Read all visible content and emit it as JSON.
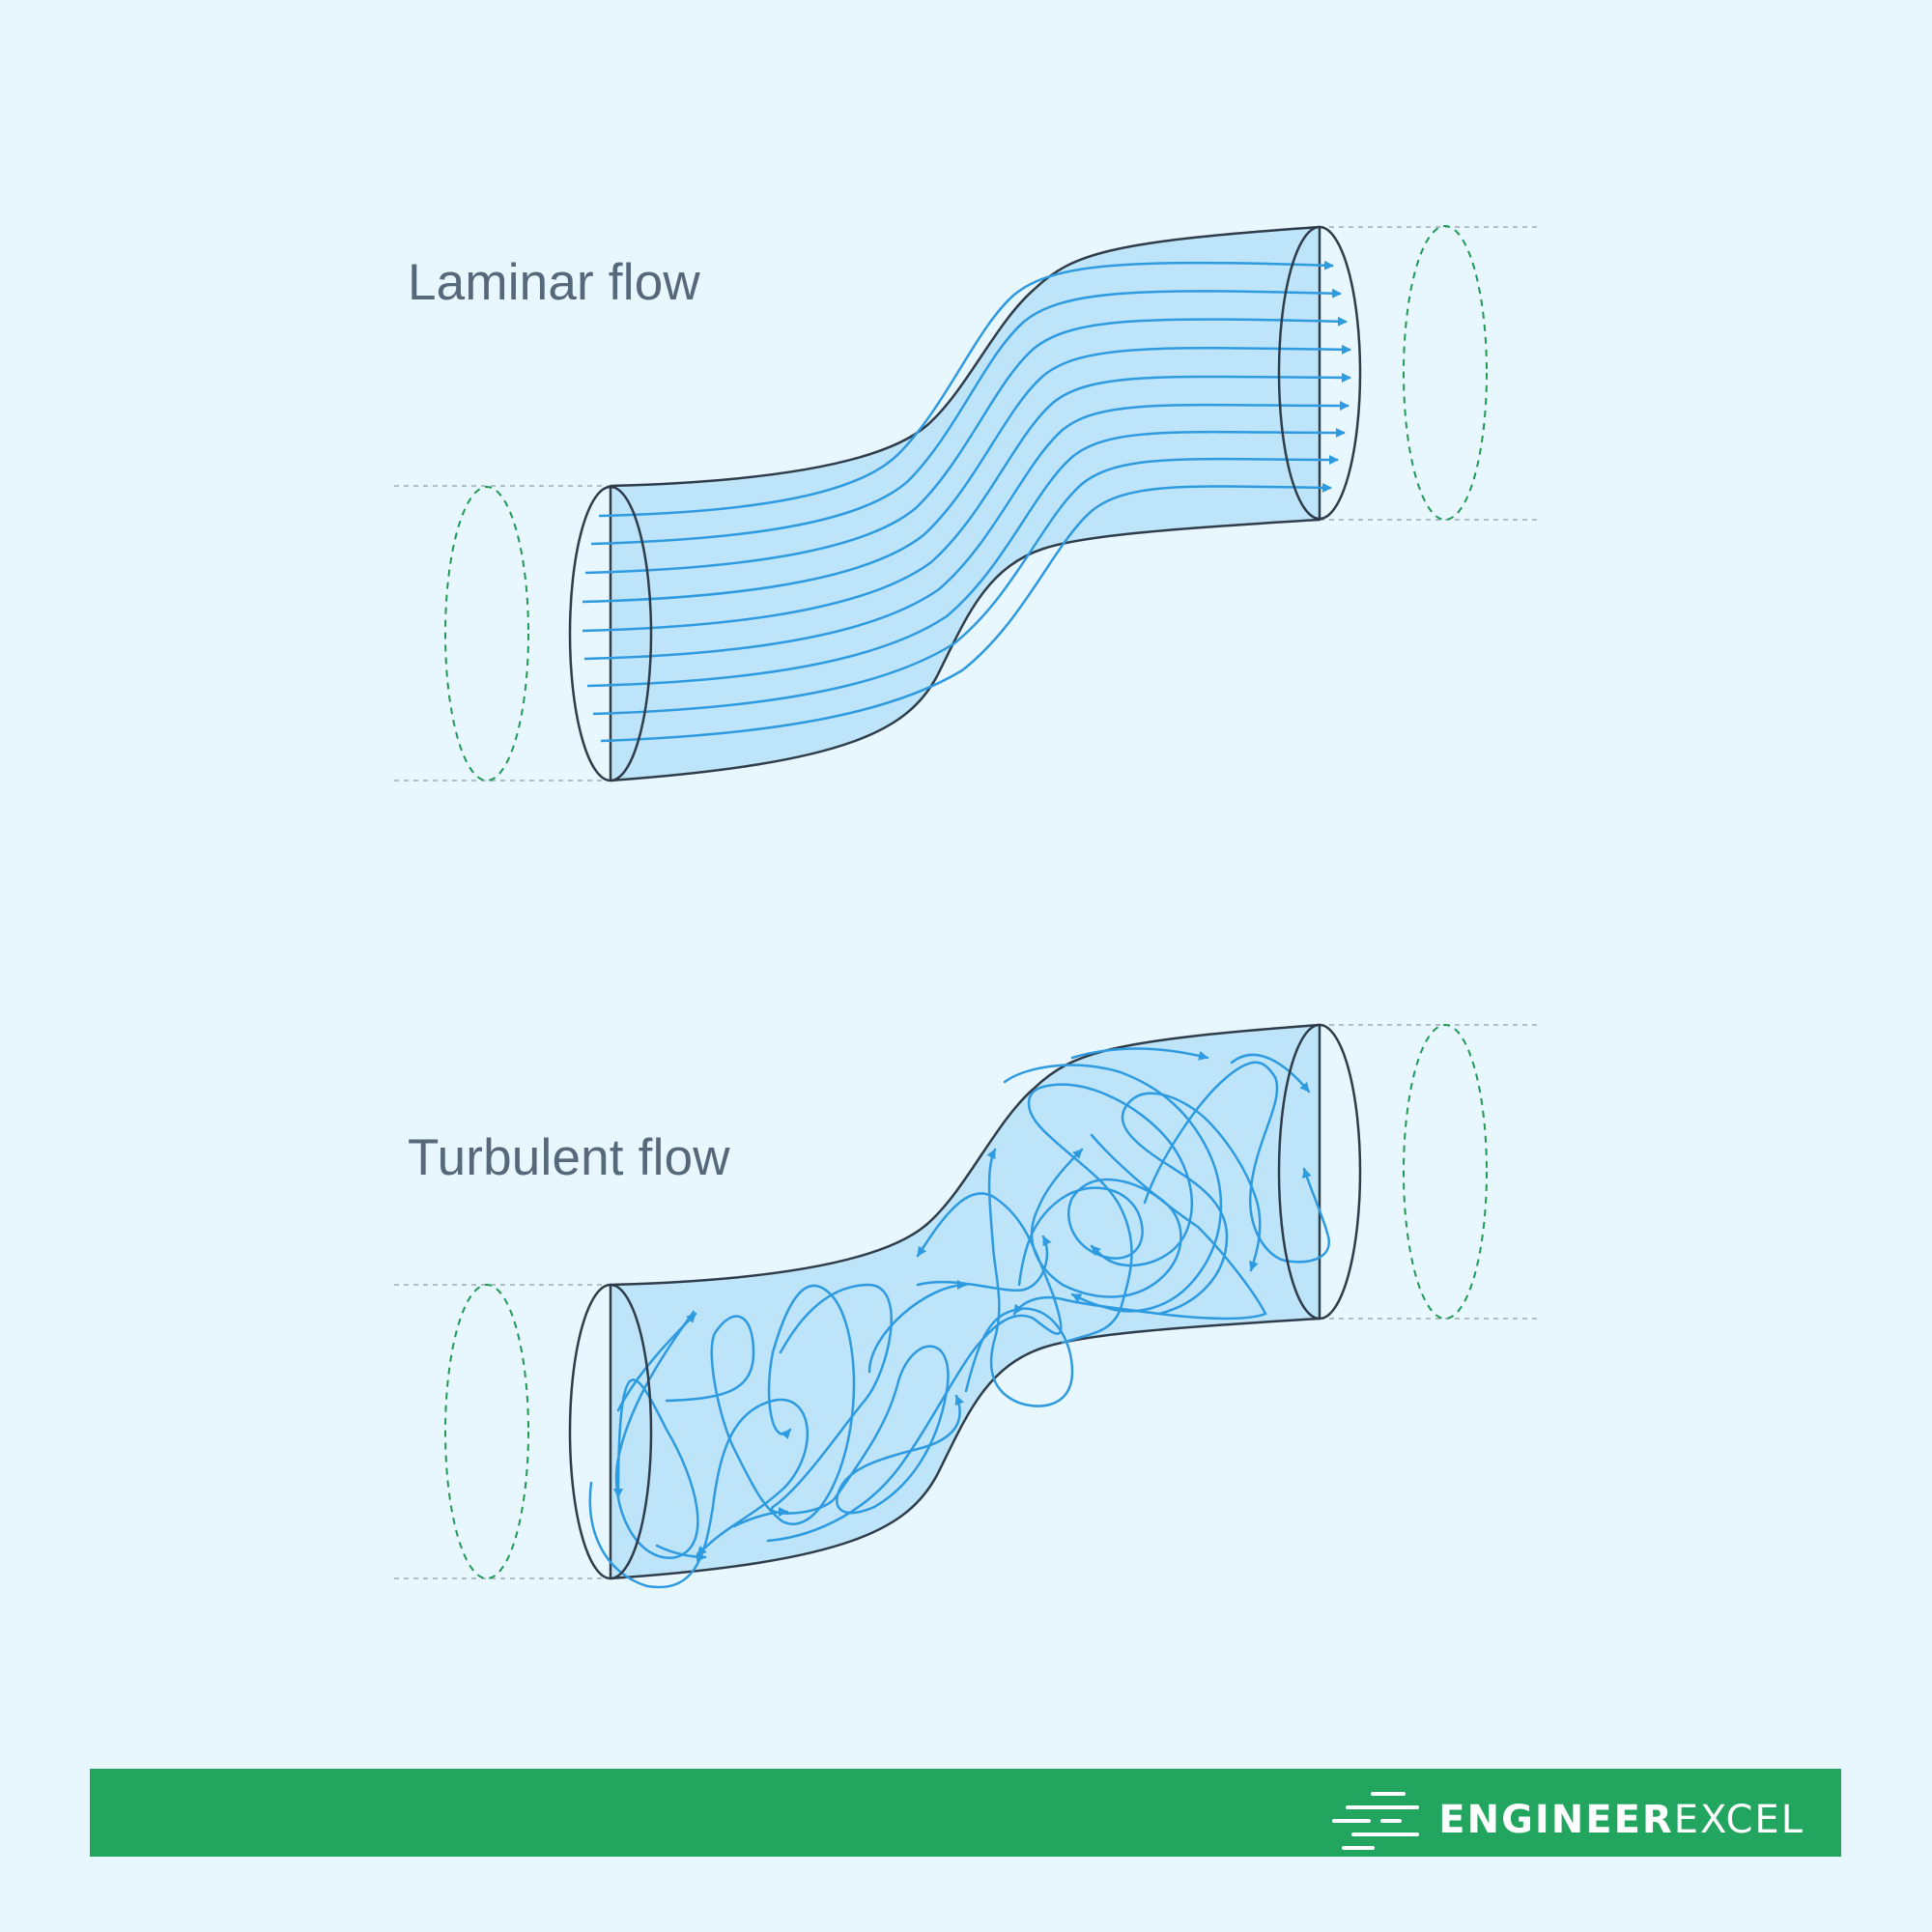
{
  "titles": {
    "laminar": "Laminar flow",
    "turbulent": "Turbulent flow"
  },
  "brand": {
    "name_bold": "ENGINEER",
    "name_light": "EXCEL"
  },
  "colors": {
    "background": "#e8f6fd",
    "pipe_fill": "#bde4f9",
    "pipe_outline": "#2f3d4b",
    "streamline": "#2e9ae0",
    "cross_section_dash": "#1f9a55",
    "guide_dash": "#9aaab5",
    "footer": "#22a55e"
  }
}
